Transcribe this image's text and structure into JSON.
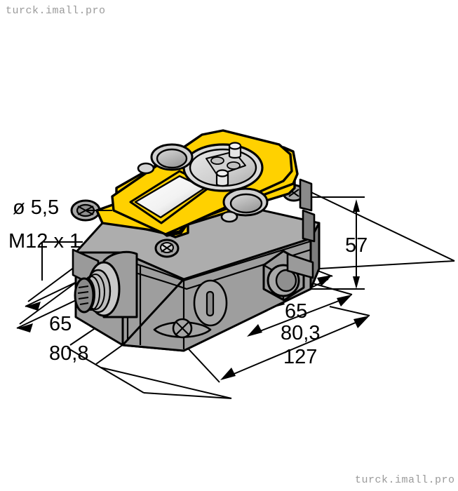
{
  "drawing": {
    "title": "Turck sensor housing dimensioned isometric drawing",
    "watermark_top": "turck.imall.pro",
    "watermark_bottom": "turck.imall.pro",
    "unit_note": "",
    "colors": {
      "cover_yellow": "#FFD100",
      "body_gray": "#9E9E9E",
      "body_gray_dark": "#7D7D7D",
      "body_gray_light": "#BEBEBE",
      "outline_black": "#000000",
      "display_white": "#FFFFFF",
      "watermark_gray": "#9A9A9A",
      "background": "#FFFFFF"
    }
  },
  "annotations": {
    "hole_diameter": "ø 5,5",
    "thread": "M12 x 1"
  },
  "dimensions": {
    "left_upper": "65",
    "left_lower": "80,8",
    "right_upper": "65",
    "right_middle": "80,3",
    "right_lower": "127",
    "height": "57"
  },
  "parts": {
    "top_cover": "yellow-top-cover",
    "display_window": "display-window",
    "round_face": "round-sensor-face",
    "port_upper": "port-upper-left",
    "port_lower": "port-lower-right",
    "m12_connector": "m12-connector",
    "cable_gland": "cable-gland",
    "mounting_flange_left": "mounting-flange-left",
    "mounting_flange_front": "mounting-flange-front",
    "oval_detail": "oval-face-detail"
  }
}
